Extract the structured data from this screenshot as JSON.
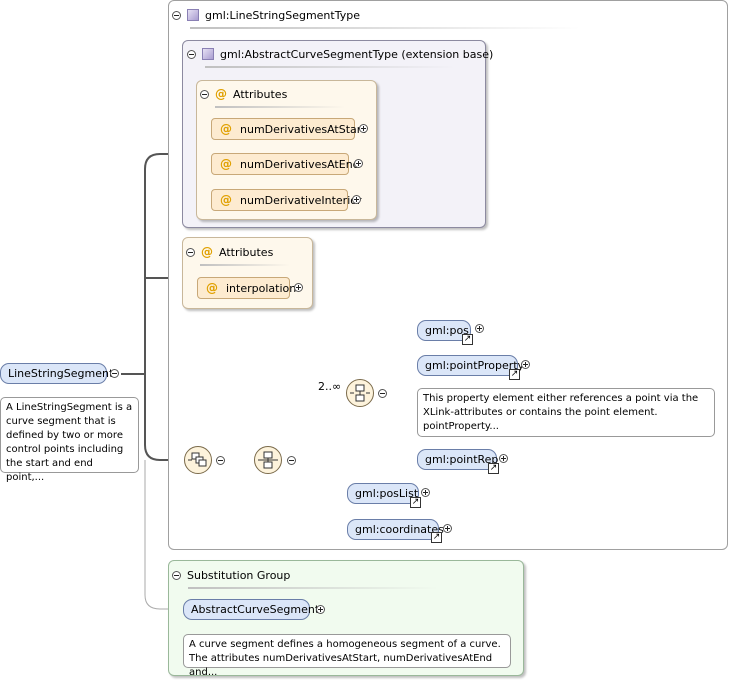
{
  "type_box": {
    "title": "gml:LineStringSegmentType"
  },
  "extension_box": {
    "title": "gml:AbstractCurveSegmentType (extension base)"
  },
  "attributes_1": {
    "title": "Attributes",
    "items": [
      "numDerivativesAtStart",
      "numDerivativesAtEnd",
      "numDerivativeInterior"
    ]
  },
  "attributes_2": {
    "title": "Attributes",
    "items": [
      "interpolation"
    ]
  },
  "root_element": {
    "label": "LineStringSegment",
    "doc": "A LineStringSegment is a curve segment that is defined by two or more control points including the start and end point,..."
  },
  "choice": {
    "cardinality": "2..∞"
  },
  "elements": {
    "pos": "gml:pos",
    "pointProperty": "gml:pointProperty",
    "pointProperty_doc": "This property element either references a point via the XLink-attributes or contains the point element. pointProperty...",
    "pointRep": "gml:pointRep",
    "posList": "gml:posList",
    "coordinates": "gml:coordinates"
  },
  "substitution_group": {
    "title": "Substitution Group",
    "element": "AbstractCurveSegment",
    "doc": "A curve segment defines a homogeneous segment of a curve. The attributes numDerivativesAtStart, numDerivativesAtEnd and..."
  },
  "colors": {
    "element_fill": "#dbe6f8",
    "attribute_fill": "#fdebd0",
    "substitution_fill": "#f1fbef",
    "extension_fill": "#f3f2f8"
  }
}
